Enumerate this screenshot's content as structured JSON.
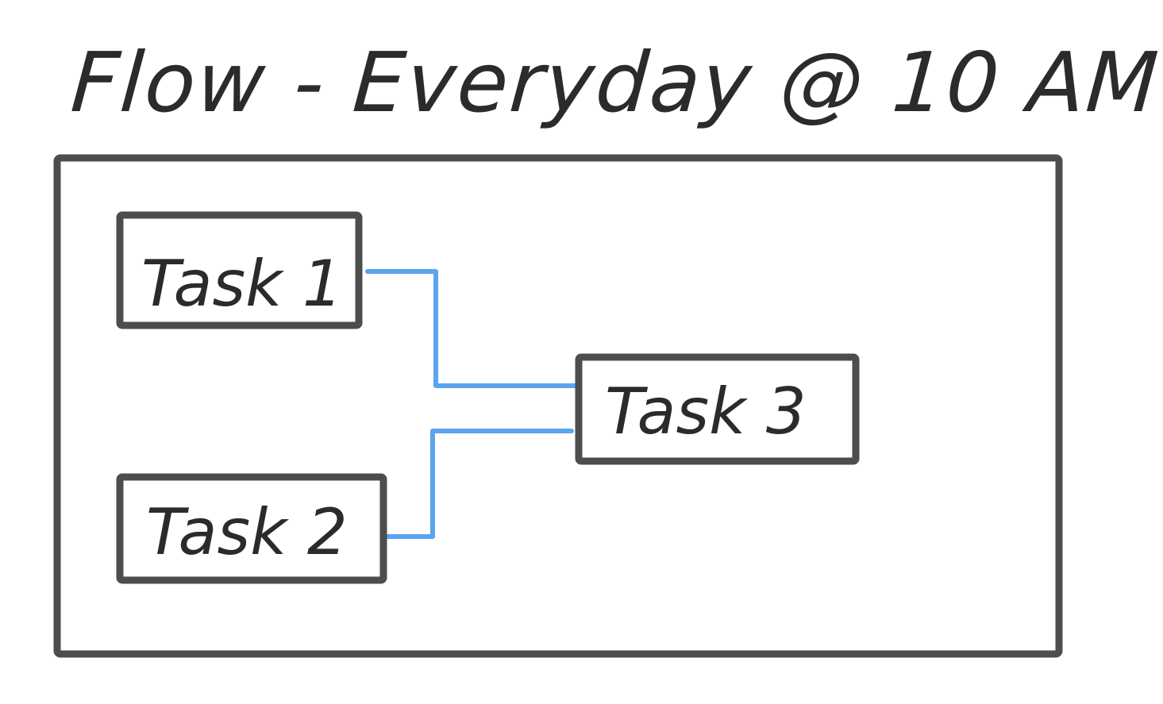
{
  "title": "Flow - Everyday @ 10 AM",
  "tasks": {
    "task1": "Task 1",
    "task2": "Task 2",
    "task3": "Task 3"
  },
  "colors": {
    "stroke": "#4d4d4d",
    "connector": "#5aa4f0",
    "text": "#2b2b2b"
  }
}
